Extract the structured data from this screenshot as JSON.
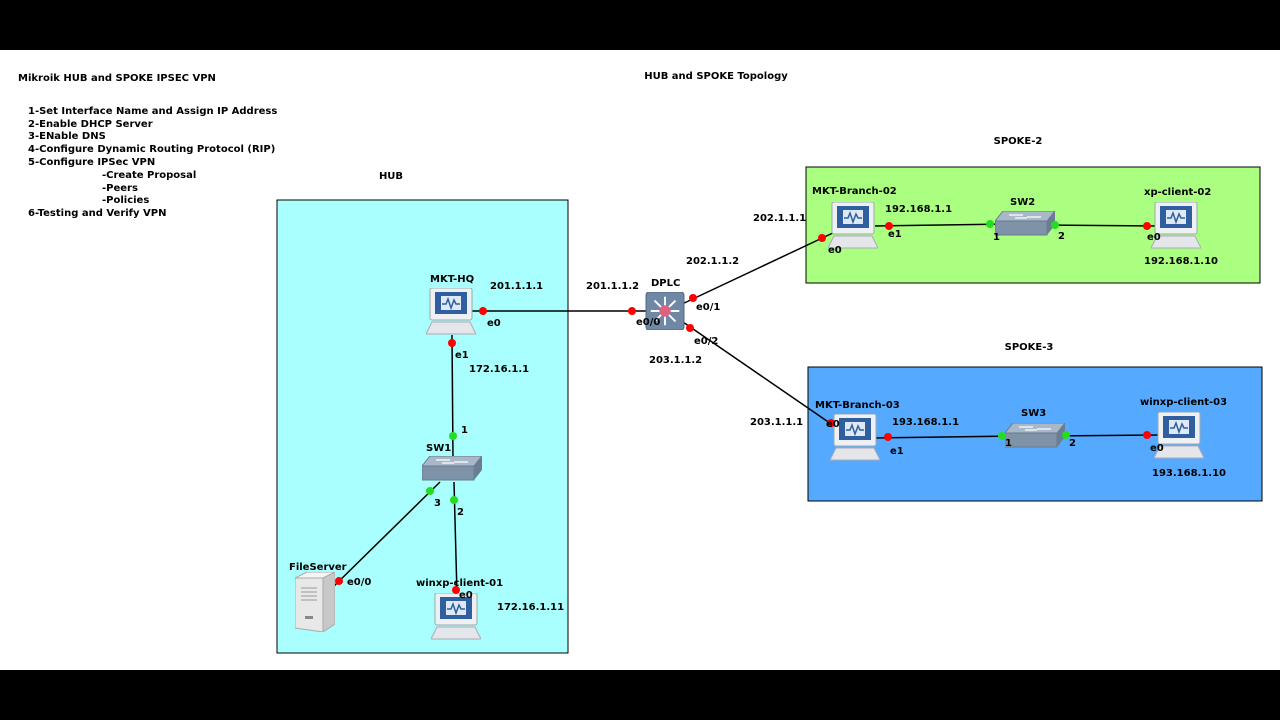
{
  "notes": {
    "title": "Mikroik HUB and SPOKE IPSEC VPN",
    "steps": [
      "1-Set Interface Name and Assign IP Address",
      "2-Enable DHCP Server",
      "3-ENable DNS",
      "4-Configure Dynamic Routing Protocol (RIP)",
      "5-Configure IPSec VPN",
      "-Create Proposal",
      "-Peers",
      "-Policies",
      "6-Testing and Verify VPN"
    ]
  },
  "topology_title": "HUB and SPOKE Topology",
  "zones": {
    "hub": {
      "label": "HUB",
      "color": "#a8fffd"
    },
    "spoke2": {
      "label": "SPOKE-2",
      "color": "#aaff80"
    },
    "spoke3": {
      "label": "SPOKE-3",
      "color": "#55aaff"
    }
  },
  "nodes": {
    "mkt_hq": {
      "name": "MKT-HQ",
      "ip_e0": "201.1.1.1",
      "ip_e1": "172.16.1.1",
      "if_e0": "e0",
      "if_e1": "e1"
    },
    "dplc": {
      "name": "DPLC",
      "ip_e00": "201.1.1.2",
      "ip_e01": "202.1.1.2",
      "ip_e02": "203.1.1.2",
      "if_e00": "e0/0",
      "if_e01": "e0/1",
      "if_e02": "e0/2"
    },
    "sw1": {
      "name": "SW1",
      "port1": "1",
      "port2": "2",
      "port3": "3"
    },
    "fileserver": {
      "name": "FileServer",
      "if": "e0/0"
    },
    "winxp_client_01": {
      "name": "winxp-client-01",
      "if": "e0",
      "ip": "172.16.1.11"
    },
    "mkt_branch_02": {
      "name": "MKT-Branch-02",
      "ip_e0": "202.1.1.1",
      "ip_e1": "192.168.1.1",
      "if_e0": "e0",
      "if_e1": "e1"
    },
    "sw2": {
      "name": "SW2",
      "port1": "1",
      "port2": "2"
    },
    "xp_client_02": {
      "name": "xp-client-02",
      "if": "e0",
      "ip": "192.168.1.10"
    },
    "mkt_branch_03": {
      "name": "MKT-Branch-03",
      "ip_e0": "203.1.1.1",
      "ip_e1": "193.168.1.1",
      "if_e0": "e0",
      "if_e1": "e1"
    },
    "sw3": {
      "name": "SW3",
      "port1": "1",
      "port2": "2"
    },
    "winxp_client_03": {
      "name": "winxp-client-03",
      "if": "e0",
      "ip": "193.168.1.10"
    }
  },
  "colors": {
    "port_down": "#ff0000",
    "port_up": "#22dd22"
  }
}
